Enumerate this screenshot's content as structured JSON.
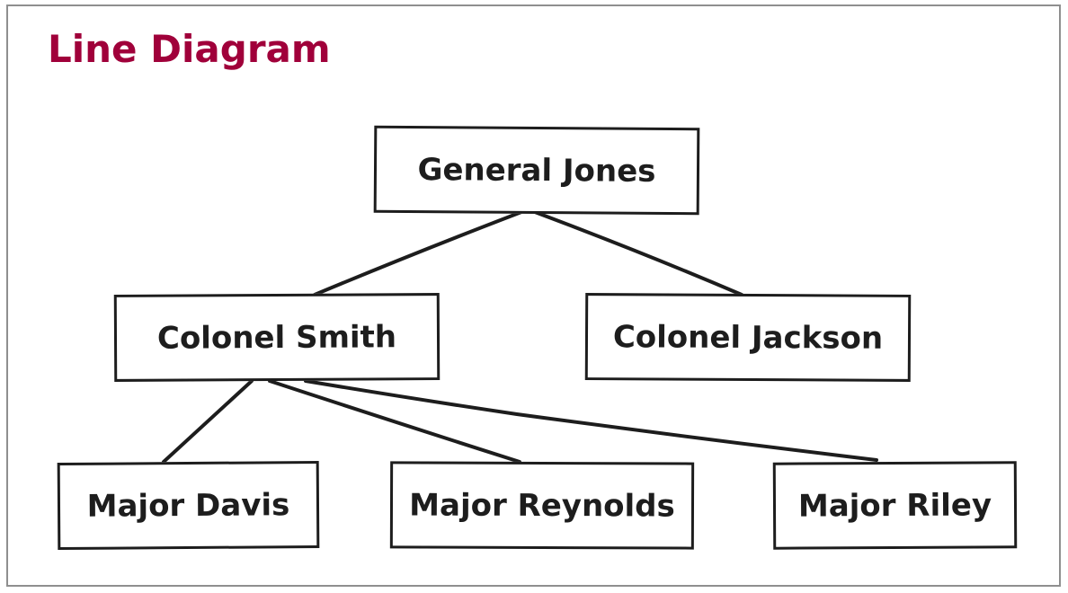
{
  "title": "Line Diagram",
  "colors": {
    "title": "#a0003a",
    "ink": "#1d1d1d",
    "frame_border": "#8f8f8f",
    "background": "#ffffff"
  },
  "nodes": {
    "general": "General Jones",
    "colonel_smith": "Colonel Smith",
    "colonel_jackson": "Colonel Jackson",
    "major_davis": "Major Davis",
    "major_reynolds": "Major Reynolds",
    "major_riley": "Major Riley"
  },
  "edges": [
    {
      "from": "general",
      "to": "colonel_smith"
    },
    {
      "from": "general",
      "to": "colonel_jackson"
    },
    {
      "from": "colonel_smith",
      "to": "major_davis"
    },
    {
      "from": "colonel_smith",
      "to": "major_reynolds"
    },
    {
      "from": "colonel_smith",
      "to": "major_riley"
    }
  ]
}
